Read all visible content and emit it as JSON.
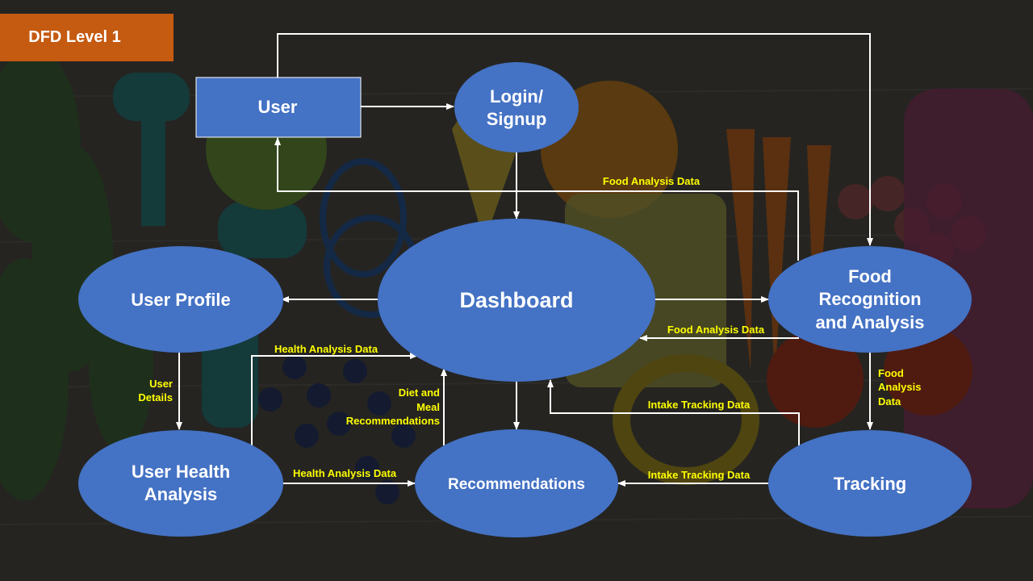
{
  "slide_title": "DFD Level 1",
  "nodes": {
    "user": "User",
    "login": [
      "Login/",
      "Signup"
    ],
    "dashboard": "Dashboard",
    "user_profile": "User Profile",
    "food": [
      "Food",
      "Recognition",
      "and Analysis"
    ],
    "user_health": [
      "User Health",
      "Analysis"
    ],
    "recommendations": "Recommendations",
    "tracking": "Tracking"
  },
  "flows": {
    "food_analysis_top": "Food Analysis Data",
    "food_analysis_to_dashboard": "Food Analysis Data",
    "health_analysis_to_dashboard": "Health Analysis Data",
    "user_details": [
      "User",
      "Details"
    ],
    "diet_meal": [
      "Diet and",
      "Meal",
      "Recommendations"
    ],
    "food_analysis_to_tracking": [
      "Food",
      "Analysis",
      "Data"
    ],
    "intake_to_dashboard": "Intake Tracking Data",
    "health_analysis_to_recs": "Health Analysis Data",
    "intake_to_recs": "Intake Tracking Data"
  },
  "colors": {
    "node_fill": "#4472c4",
    "node_text": "#ffffff",
    "label_text": "#ffff00",
    "arrow": "#ffffff",
    "title_bg": "#c55a11"
  }
}
